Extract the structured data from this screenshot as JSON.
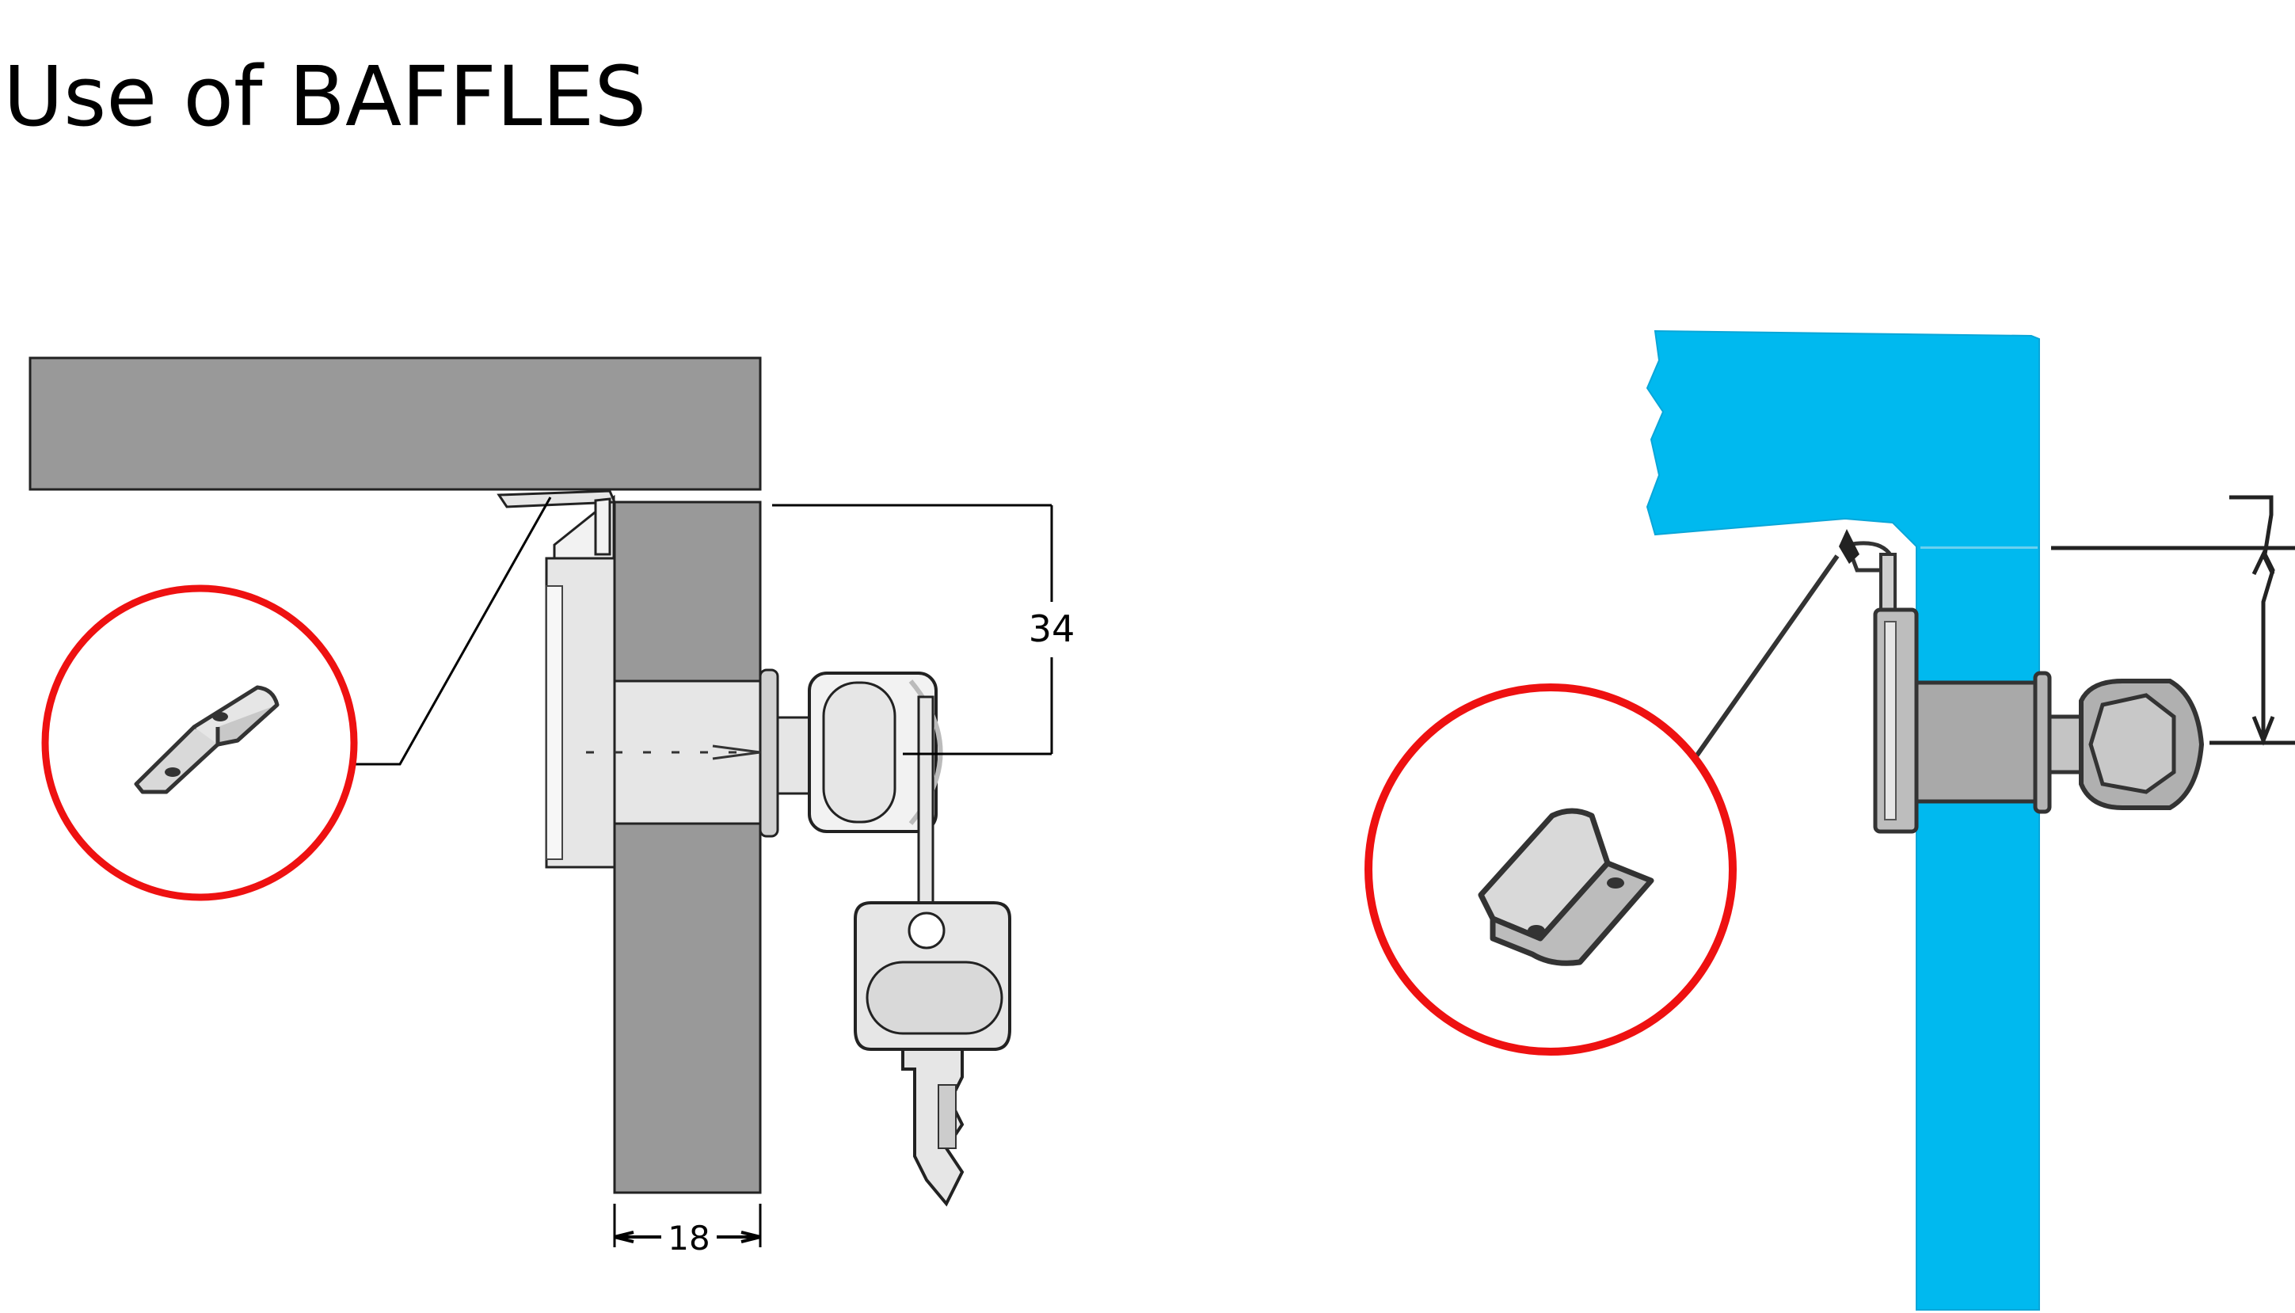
{
  "title": "Use of BAFFLES",
  "dimensions": {
    "height_label": "34",
    "thickness_label": "18"
  },
  "colors": {
    "panel_gray": "#999999",
    "panel_blue": "#00b9ef",
    "callout_red": "#ee1111",
    "metal": "#d9d9d9",
    "metal_blue_variant": "#a9a9a9"
  }
}
